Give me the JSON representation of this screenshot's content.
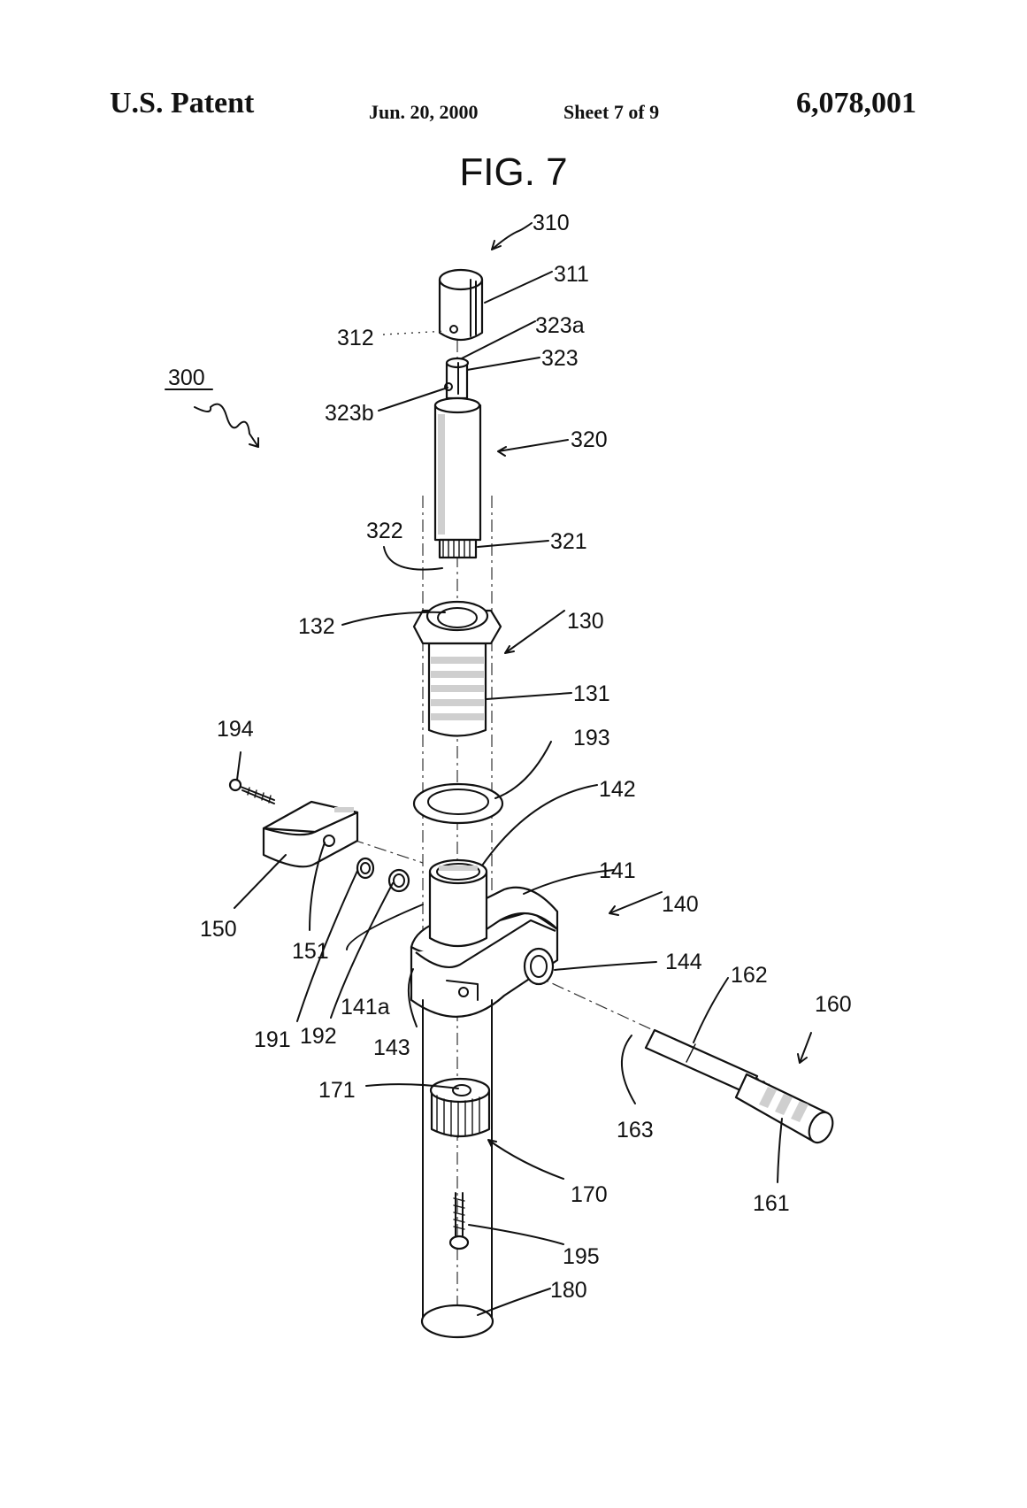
{
  "header": {
    "left_title": "U.S. Patent",
    "date": "Jun. 20, 2000",
    "sheet": "Sheet 7 of 9",
    "patent_number": "6,078,001"
  },
  "figure": {
    "title": "FIG. 7"
  },
  "labels": {
    "l300": "300",
    "l310": "310",
    "l311": "311",
    "l312": "312",
    "l323a": "323a",
    "l323": "323",
    "l323b": "323b",
    "l320": "320",
    "l322": "322",
    "l321": "321",
    "l132": "132",
    "l130": "130",
    "l131": "131",
    "l194": "194",
    "l193": "193",
    "l142": "142",
    "l141": "141",
    "l140": "140",
    "l150": "150",
    "l151": "151",
    "l144": "144",
    "l162": "162",
    "l160": "160",
    "l141a": "141a",
    "l191": "191",
    "l192": "192",
    "l143": "143",
    "l171": "171",
    "l163": "163",
    "l170": "170",
    "l161": "161",
    "l195": "195",
    "l180": "180"
  }
}
